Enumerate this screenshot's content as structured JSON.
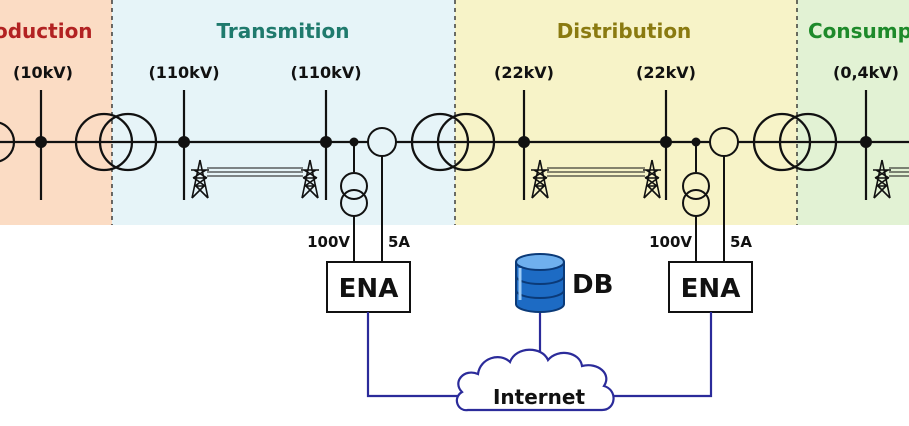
{
  "sections": {
    "production": {
      "title": "oduction",
      "color": "#b22222",
      "bg": "#fbdcc4"
    },
    "transmission": {
      "title": "Transmition",
      "color": "#1f7a6d",
      "bg": "#e6f4f8"
    },
    "distribution": {
      "title": "Distribution",
      "color": "#8a7a10",
      "bg": "#f7f3c8"
    },
    "consumption": {
      "title": "Consump",
      "color": "#1e8a2a",
      "bg": "#e2f2d4"
    }
  },
  "voltages": {
    "production": "(10kV)",
    "transmission_a": "(110kV)",
    "transmission_b": "(110kV)",
    "distribution_a": "(22kV)",
    "distribution_b": "(22kV)",
    "consumption": "(0,4kV)"
  },
  "meters": [
    {
      "voltage": "100V",
      "current": "5A",
      "label": "ENA"
    },
    {
      "voltage": "100V",
      "current": "5A",
      "label": "ENA"
    }
  ],
  "database": {
    "label": "DB",
    "icon": "database-icon"
  },
  "network": {
    "label": "Internet",
    "icon": "cloud-icon",
    "link_color": "#2b2b9a"
  }
}
